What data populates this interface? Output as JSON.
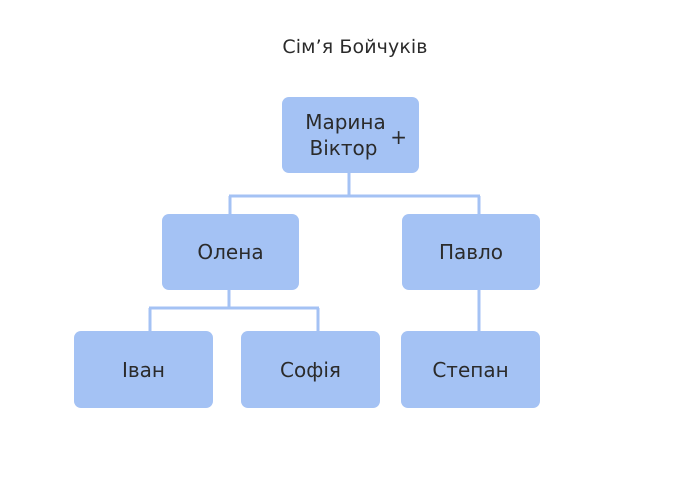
{
  "title": "Сім’я Бойчуків",
  "colors": {
    "node_fill": "#a4c2f4",
    "connector": "#a4c2f4",
    "text": "#2b2b2b"
  },
  "tree": {
    "root": {
      "partner1": "Марина",
      "partner2": "Віктор",
      "plus": "+"
    },
    "children": [
      {
        "name": "Олена",
        "children": [
          "Іван",
          "Софія"
        ]
      },
      {
        "name": "Павло",
        "children": [
          "Степан"
        ]
      }
    ]
  }
}
